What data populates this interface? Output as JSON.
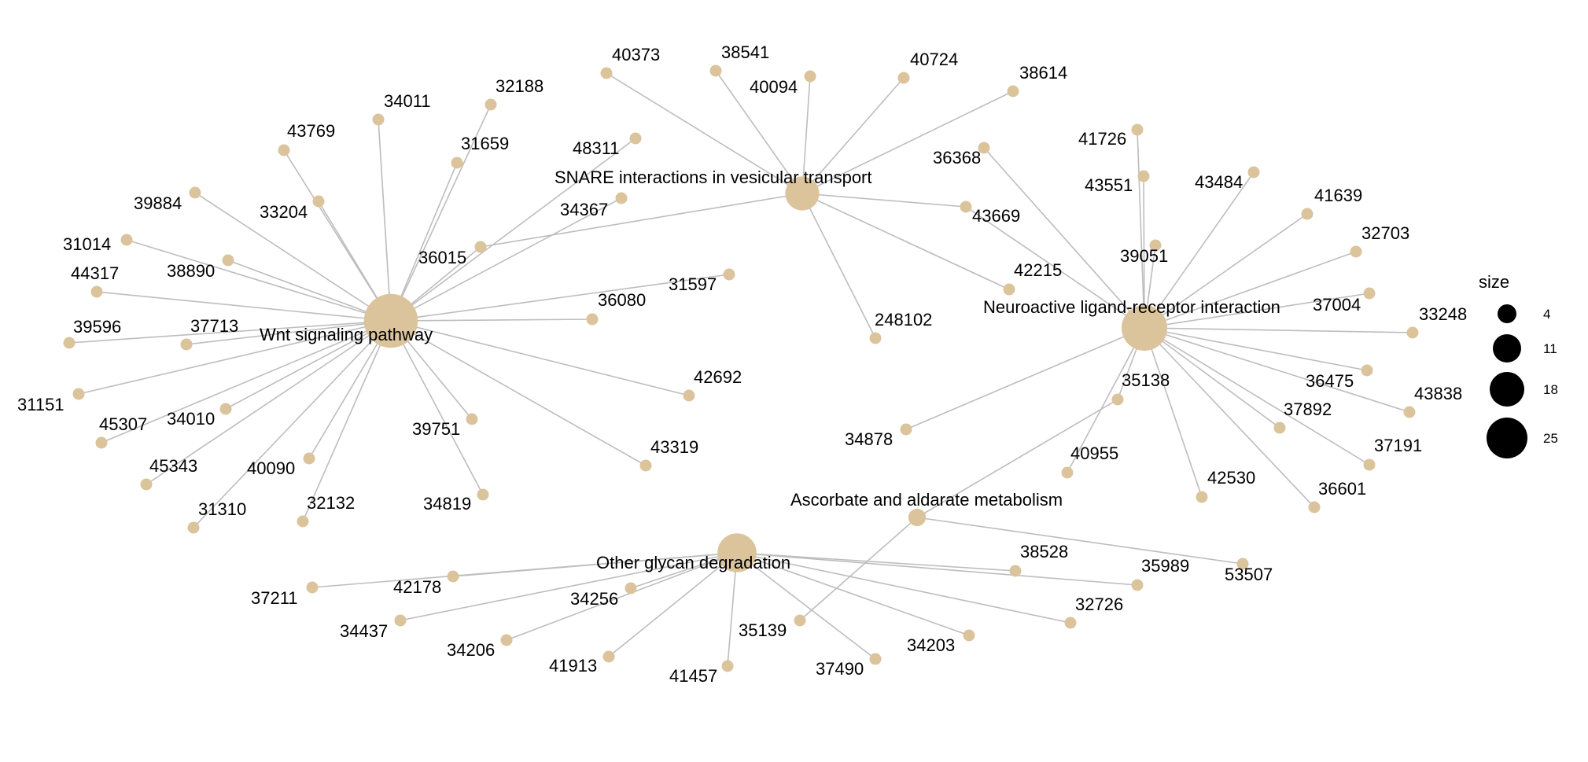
{
  "colors": {
    "node": "#dbc49b",
    "edge": "#bdbdbd",
    "legend_dot": "#000000"
  },
  "pathways": [
    {
      "id": "wnt",
      "label": "Wnt signaling pathway",
      "size": 25
    },
    {
      "id": "snare",
      "label": "SNARE interactions in vesicular transport",
      "size": 13
    },
    {
      "id": "neuro",
      "label": "Neuroactive ligand-receptor interaction",
      "size": 20
    },
    {
      "id": "ascorbate",
      "label": "Ascorbate and aldarate metabolism",
      "size": 3
    },
    {
      "id": "glycan",
      "label": "Other glycan degradation",
      "size": 16
    }
  ],
  "genes": [
    {
      "label": "43769",
      "links": [
        "wnt"
      ]
    },
    {
      "label": "34011",
      "links": [
        "wnt"
      ]
    },
    {
      "label": "32188",
      "links": [
        "wnt"
      ]
    },
    {
      "label": "31659",
      "links": [
        "wnt"
      ]
    },
    {
      "label": "39884",
      "links": [
        "wnt"
      ]
    },
    {
      "label": "33204",
      "links": [
        "wnt"
      ]
    },
    {
      "label": "31014",
      "links": [
        "wnt"
      ]
    },
    {
      "label": "38890",
      "links": [
        "wnt"
      ]
    },
    {
      "label": "44317",
      "links": [
        "wnt"
      ]
    },
    {
      "label": "39596",
      "links": [
        "wnt"
      ]
    },
    {
      "label": "37713",
      "links": [
        "wnt"
      ]
    },
    {
      "label": "31151",
      "links": [
        "wnt"
      ]
    },
    {
      "label": "45307",
      "links": [
        "wnt"
      ]
    },
    {
      "label": "34010",
      "links": [
        "wnt"
      ]
    },
    {
      "label": "45343",
      "links": [
        "wnt"
      ]
    },
    {
      "label": "40090",
      "links": [
        "wnt"
      ]
    },
    {
      "label": "31310",
      "links": [
        "wnt"
      ]
    },
    {
      "label": "32132",
      "links": [
        "wnt"
      ]
    },
    {
      "label": "39751",
      "links": [
        "wnt"
      ]
    },
    {
      "label": "34819",
      "links": [
        "wnt"
      ]
    },
    {
      "label": "43319",
      "links": [
        "wnt"
      ]
    },
    {
      "label": "42692",
      "links": [
        "wnt"
      ]
    },
    {
      "label": "36080",
      "links": [
        "wnt"
      ]
    },
    {
      "label": "31597",
      "links": [
        "wnt"
      ]
    },
    {
      "label": "34367",
      "links": [
        "wnt"
      ]
    },
    {
      "label": "48311",
      "links": [
        "wnt"
      ]
    },
    {
      "label": "36015",
      "links": [
        "wnt",
        "snare"
      ]
    },
    {
      "label": "40373",
      "links": [
        "snare"
      ]
    },
    {
      "label": "38541",
      "links": [
        "snare"
      ]
    },
    {
      "label": "40094",
      "links": [
        "snare"
      ]
    },
    {
      "label": "40724",
      "links": [
        "snare"
      ]
    },
    {
      "label": "38614",
      "links": [
        "snare"
      ]
    },
    {
      "label": "248102",
      "links": [
        "snare"
      ]
    },
    {
      "label": "43669",
      "links": [
        "snare",
        "neuro"
      ]
    },
    {
      "label": "42215",
      "links": [
        "snare"
      ]
    },
    {
      "label": "36368",
      "links": [
        "neuro"
      ]
    },
    {
      "label": "41726",
      "links": [
        "neuro"
      ]
    },
    {
      "label": "43551",
      "links": [
        "neuro"
      ]
    },
    {
      "label": "43484",
      "links": [
        "neuro"
      ]
    },
    {
      "label": "41639",
      "links": [
        "neuro"
      ]
    },
    {
      "label": "32703",
      "links": [
        "neuro"
      ]
    },
    {
      "label": "37004",
      "links": [
        "neuro"
      ]
    },
    {
      "label": "33248",
      "links": [
        "neuro"
      ]
    },
    {
      "label": "39051",
      "links": [
        "neuro"
      ]
    },
    {
      "label": "36475",
      "links": [
        "neuro"
      ]
    },
    {
      "label": "43838",
      "links": [
        "neuro"
      ]
    },
    {
      "label": "37892",
      "links": [
        "neuro"
      ]
    },
    {
      "label": "37191",
      "links": [
        "neuro"
      ]
    },
    {
      "label": "36601",
      "links": [
        "neuro"
      ]
    },
    {
      "label": "42530",
      "links": [
        "neuro"
      ]
    },
    {
      "label": "40955",
      "links": [
        "neuro"
      ]
    },
    {
      "label": "35138",
      "links": [
        "neuro",
        "ascorbate"
      ]
    },
    {
      "label": "34878",
      "links": [
        "neuro"
      ]
    },
    {
      "label": "53507",
      "links": [
        "ascorbate"
      ]
    },
    {
      "label": "35139",
      "links": [
        "ascorbate"
      ]
    },
    {
      "label": "38528",
      "links": [
        "glycan"
      ]
    },
    {
      "label": "35989",
      "links": [
        "glycan"
      ]
    },
    {
      "label": "32726",
      "links": [
        "glycan"
      ]
    },
    {
      "label": "34203",
      "links": [
        "glycan"
      ]
    },
    {
      "label": "37490",
      "links": [
        "glycan"
      ]
    },
    {
      "label": "41457",
      "links": [
        "glycan"
      ]
    },
    {
      "label": "41913",
      "links": [
        "glycan"
      ]
    },
    {
      "label": "34206",
      "links": [
        "glycan"
      ]
    },
    {
      "label": "34256",
      "links": [
        "glycan"
      ]
    },
    {
      "label": "34437",
      "links": [
        "glycan"
      ]
    },
    {
      "label": "42178",
      "links": [
        "glycan"
      ]
    },
    {
      "label": "37211",
      "links": [
        "glycan"
      ]
    }
  ],
  "legend": {
    "title": "size",
    "entries": [
      {
        "label": "4",
        "size": 4
      },
      {
        "label": "11",
        "size": 11
      },
      {
        "label": "18",
        "size": 18
      },
      {
        "label": "25",
        "size": 25
      }
    ]
  }
}
